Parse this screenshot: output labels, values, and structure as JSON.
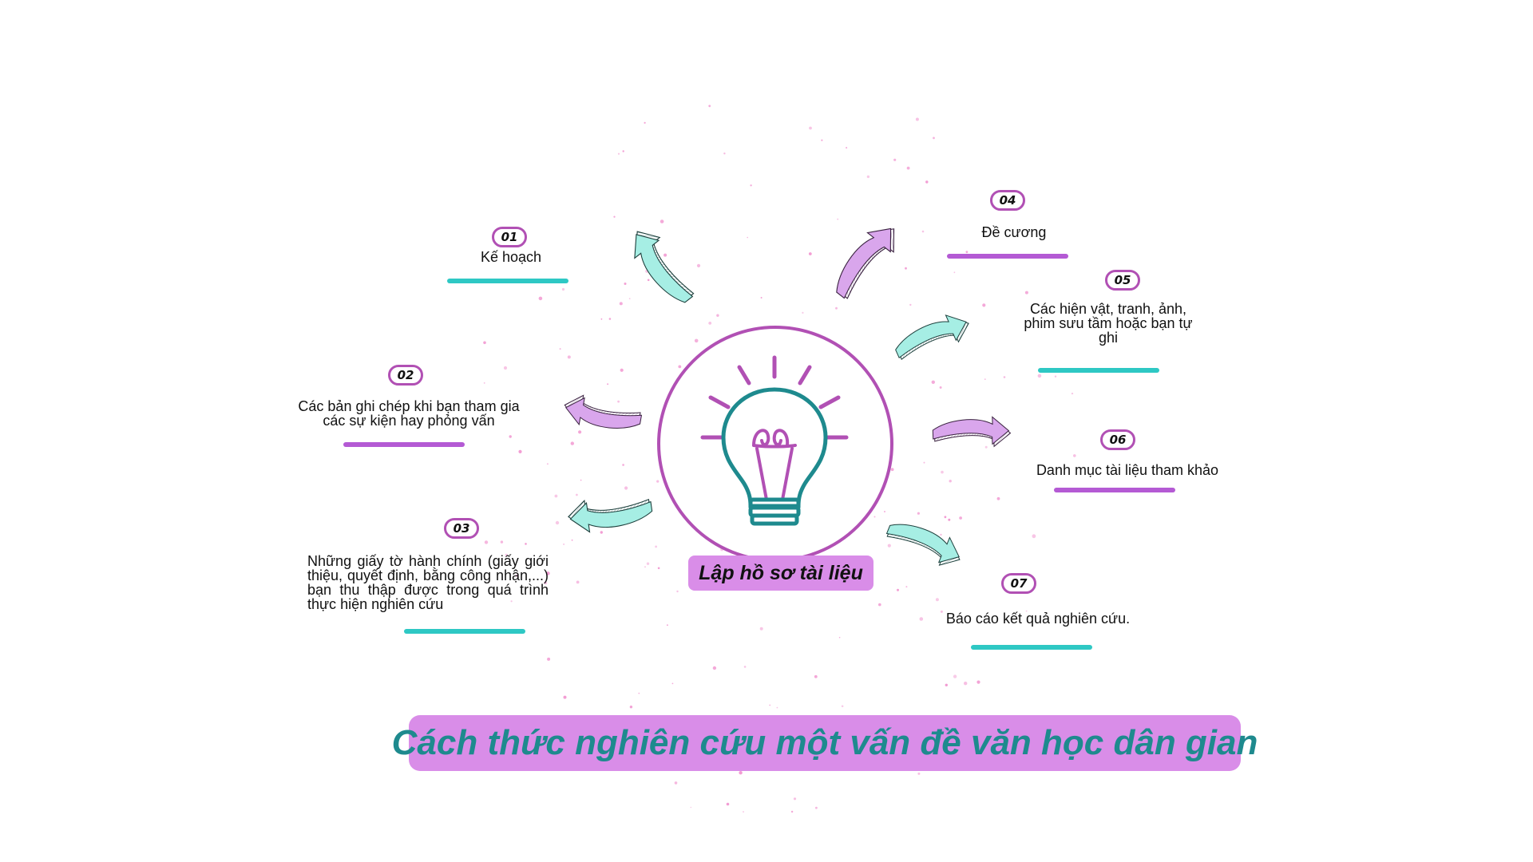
{
  "center": {
    "label": "Lập hồ sơ tài liệu"
  },
  "title": "Cách thức nghiên cứu một vấn đề văn học dân gian",
  "steps": [
    {
      "number": "01",
      "text": "Kế hoạch"
    },
    {
      "number": "02",
      "text": "Các bản ghi chép khi bạn tham gia các sự kiện hay phỏng vấn"
    },
    {
      "number": "03",
      "text": "Những giấy tờ hành chính (giấy giới thiệu, quyết định, bằng công nhận,...) bạn thu thập được trong quá trình thực hiện nghiên cứu"
    },
    {
      "number": "04",
      "text": "Đề cương"
    },
    {
      "number": "05",
      "text": "Các hiện vật, tranh, ảnh, phim sưu tầm hoặc bạn tự ghi"
    },
    {
      "number": "06",
      "text": "Danh mục tài liệu tham khảo"
    },
    {
      "number": "07",
      "text": "Báo cáo kết quả nghiên cứu."
    }
  ],
  "colors": {
    "accent_purple": "#b150b4",
    "label_fill": "#d98de8",
    "teal": "#2ec8c4",
    "title_text": "#1e8a8e",
    "arrow_teal": "#a6eee4",
    "arrow_purple": "#d9a6ec"
  },
  "icons": {
    "center": "lightbulb-icon",
    "arrows": "curved-arrow-icon"
  }
}
